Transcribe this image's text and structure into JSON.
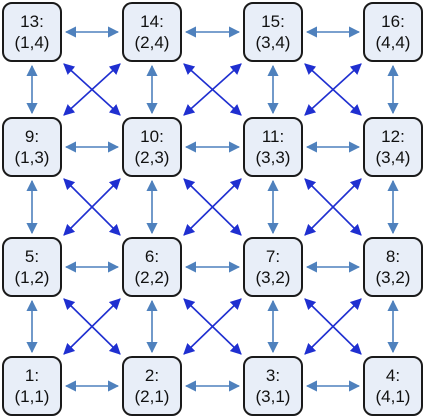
{
  "colors": {
    "node_fill": "#e8eef8",
    "node_border": "#1a1a1a",
    "edge_vertical": "#4f81bd",
    "edge_horizontal": "#4f81bd",
    "edge_diagonal": "#1f2fd0"
  },
  "nodes": {
    "n1": {
      "id": "1:",
      "coord": "(1,1)"
    },
    "n2": {
      "id": "2:",
      "coord": "(2,1)"
    },
    "n3": {
      "id": "3:",
      "coord": "(3,1)"
    },
    "n4": {
      "id": "4:",
      "coord": "(4,1)"
    },
    "n5": {
      "id": "5:",
      "coord": "(1,2)"
    },
    "n6": {
      "id": "6:",
      "coord": "(2,2)"
    },
    "n7": {
      "id": "7:",
      "coord": "(3,2)"
    },
    "n8": {
      "id": "8:",
      "coord": "(3,2)"
    },
    "n9": {
      "id": "9:",
      "coord": "(1,3)"
    },
    "n10": {
      "id": "10:",
      "coord": "(2,3)"
    },
    "n11": {
      "id": "11:",
      "coord": "(3,3)"
    },
    "n12": {
      "id": "12:",
      "coord": "(3,4)"
    },
    "n13": {
      "id": "13:",
      "coord": "(1,4)"
    },
    "n14": {
      "id": "14:",
      "coord": "(2,4)"
    },
    "n15": {
      "id": "15:",
      "coord": "(3,4)"
    },
    "n16": {
      "id": "16:",
      "coord": "(4,4)"
    }
  }
}
